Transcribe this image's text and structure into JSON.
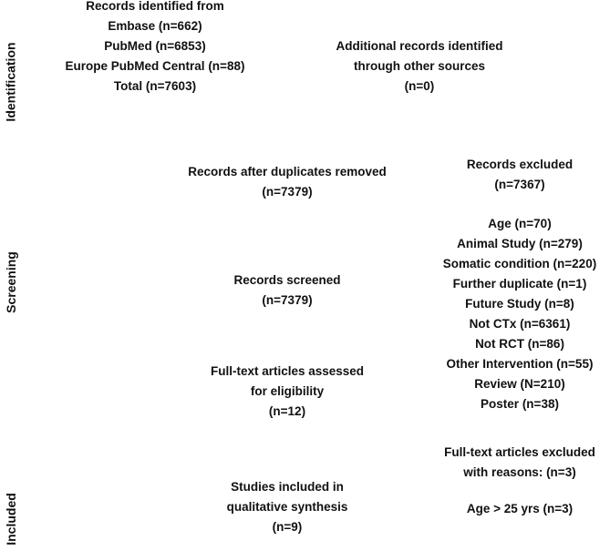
{
  "stage_labels": {
    "identification": "Identification",
    "screening": "Screening",
    "included": "Included"
  },
  "identification": {
    "databases": [
      "Records identified from",
      "Embase (n=662)",
      "PubMed (n=6853)",
      "Europe PubMed Central (n=88)",
      "Total (n=7603)"
    ],
    "other_sources": [
      "Additional records identified",
      "through other sources",
      "(n=0)"
    ]
  },
  "screening": {
    "after_duplicates": [
      "Records after duplicates removed",
      "(n=7379)"
    ],
    "excluded_header": [
      "Records excluded",
      "(n=7367)"
    ],
    "excluded_reasons": [
      "Age (n=70)",
      "Animal Study (n=279)",
      "Somatic condition (n=220)",
      "Further duplicate (n=1)",
      "Future Study (n=8)",
      "Not CTx (n=6361)",
      "Not RCT (n=86)",
      "Other Intervention (n=55)",
      "Review (N=210)",
      "Poster (n=38)"
    ],
    "screened": [
      "Records screened",
      "(n=7379)"
    ],
    "eligibility": [
      "Full-text articles assessed",
      "for eligibility",
      "(n=12)"
    ]
  },
  "included": {
    "fulltext_excluded": [
      "Full-text articles excluded",
      "with reasons: (n=3)"
    ],
    "fulltext_excluded_reason": "Age > 25 yrs (n=3)",
    "synthesis": [
      "Studies included in",
      "qualitative synthesis",
      "(n=9)"
    ]
  }
}
